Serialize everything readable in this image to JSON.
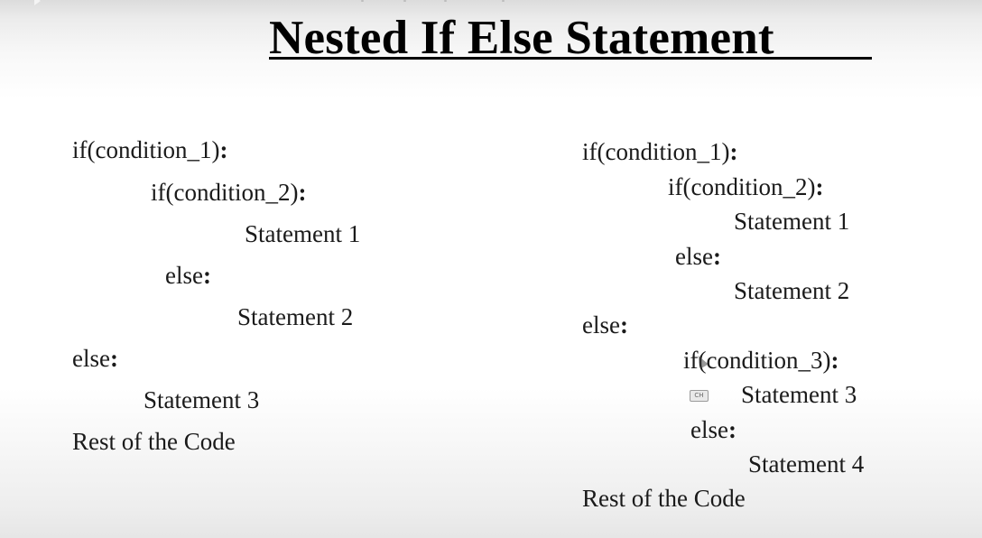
{
  "slide": {
    "title": "Nested If Else Statement"
  },
  "left_code": {
    "line1_code": "if(condition_1)",
    "line1_colon": ":",
    "line2_code": "if(condition_2)",
    "line2_colon": ":",
    "line3": "Statement 1",
    "line4_code": "else",
    "line4_colon": ":",
    "line5": "Statement 2",
    "line6_code": "else",
    "line6_colon": ":",
    "line7": "Statement 3",
    "line8": "Rest of the Code"
  },
  "right_code": {
    "line1_code": "if(condition_1)",
    "line1_colon": ":",
    "line2_code": "if(condition_2)",
    "line2_colon": ":",
    "line3": "Statement 1",
    "line4_code": "else",
    "line4_colon": ":",
    "line5": "Statement 2",
    "line6_code": "else",
    "line6_colon": ":",
    "line7_code": "if(condition_3)",
    "line7_colon": ":",
    "line8": "Statement 3",
    "line9_code": "else",
    "line9_colon": ":",
    "line10": "Statement 4",
    "line11": "Rest of the Code"
  },
  "overlay": {
    "cc_label": "CH",
    "cc_icon": "closed-captions-icon",
    "cursor_icon": "mouse-cursor-icon",
    "play_icon": "play-icon"
  }
}
